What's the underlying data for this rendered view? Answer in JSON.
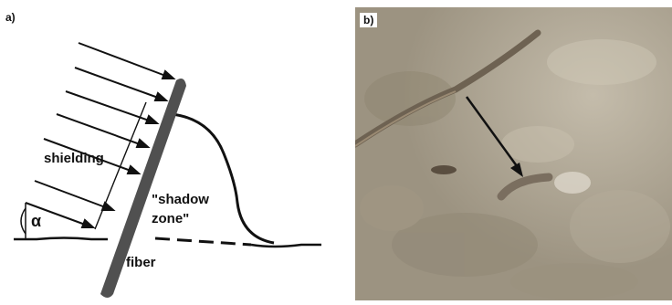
{
  "panel_a": {
    "tag": "a)",
    "labels": {
      "shielding": "shielding",
      "shadow_zone_line1": "\"shadow",
      "shadow_zone_line2": "zone\"",
      "fiber": "fiber",
      "angle": "α"
    }
  },
  "panel_b": {
    "tag": "b)"
  },
  "colors": {
    "ink": "#111111",
    "fiber": "#505050",
    "photo_base": "#a9a08f"
  }
}
